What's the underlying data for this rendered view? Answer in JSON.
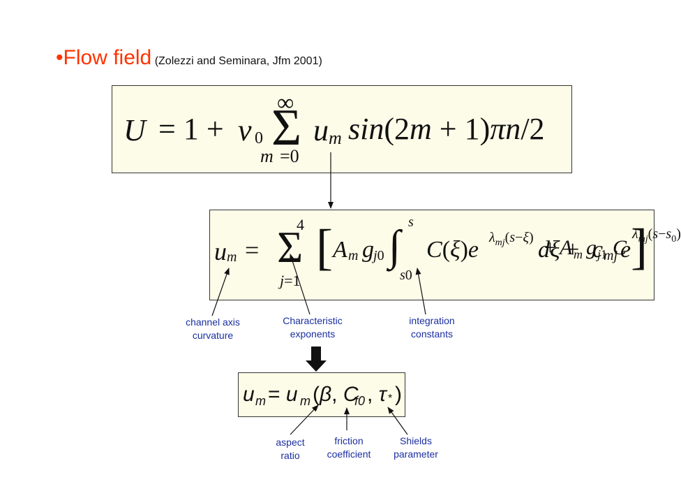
{
  "title": {
    "bullet": "•",
    "main": "Flow field",
    "citation": "(Zolezzi and Seminara, Jfm 2001)"
  },
  "equations": {
    "velocity_U": "U = 1 + ν₀ Σ_{m=0}^{∞} u_m sin(2m + 1)πn/2",
    "um_expansion": "u_m = Σ_{j=1}^{4} [ A_m g_{j0} ∫_{s0}^{s} C(ξ) e^{λ_{mj}(s−ξ)} dξ + c_{mj} e^{λ_{mj}(s−s0)} + A_m g_{j1} C ]",
    "um_dependence": "u_m = u_m(β, C_f0, τ* )"
  },
  "annotations": {
    "curvature": [
      "channel axis",
      "curvature"
    ],
    "exponents": [
      "Characteristic",
      "exponents"
    ],
    "constants": [
      "integration",
      "constants"
    ],
    "aspect": [
      "aspect",
      "ratio"
    ],
    "friction": [
      "friction",
      "coefficient"
    ],
    "shields": [
      "Shields",
      "parameter"
    ]
  },
  "colors": {
    "title": "#ff3300",
    "annotation_text": "#1a2fa0",
    "equation_box_bg": "#fdfce8"
  }
}
